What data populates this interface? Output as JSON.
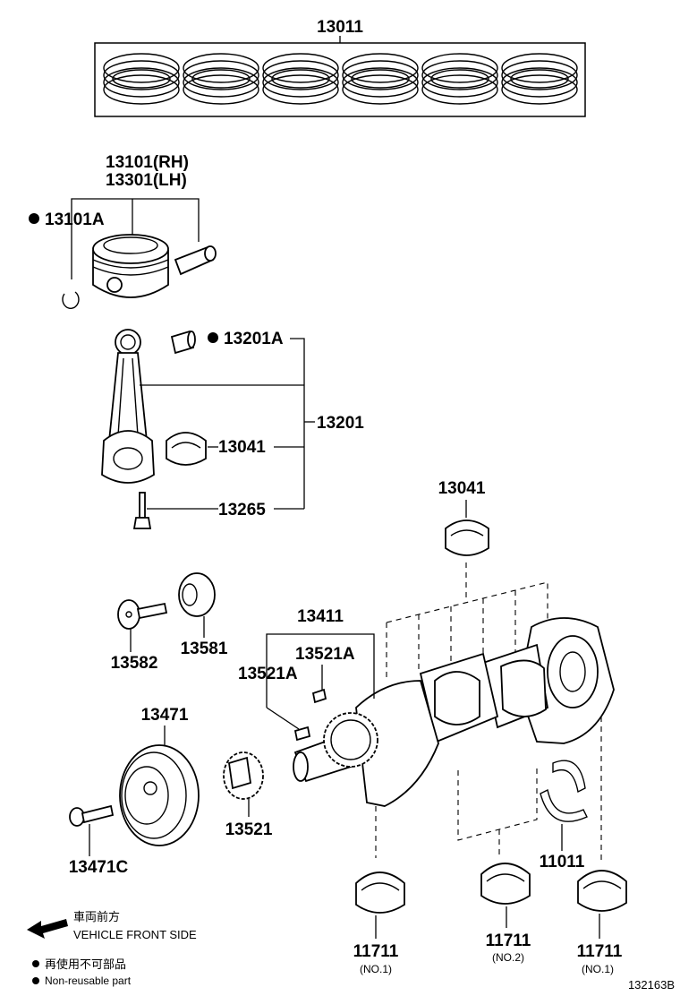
{
  "parts": {
    "piston_ring_set": "13011",
    "piston_rh": "13101(RH)",
    "piston_lh": "13301(LH)",
    "piston_pin_clip": "13101A",
    "conrod_bushing": "13201A",
    "conrod_assy": "13201",
    "conrod_bearing": "13041",
    "conrod_bolt": "13265",
    "crank_bearing_upper": "13041",
    "crank_position_bolt": "13582",
    "crank_position_plate": "13581",
    "crank_key_set": "13411",
    "crank_key_a": "13521A",
    "crank_key_b": "13521A",
    "crank_pulley": "13471",
    "pulley_bolt": "13471C",
    "timing_gear": "13521",
    "thrust_washer": "11011",
    "main_bearing_1": "11711",
    "main_bearing_1_sub": "(NO.1)",
    "main_bearing_2": "11711",
    "main_bearing_2_sub": "(NO.2)",
    "main_bearing_3": "11711",
    "main_bearing_3_sub": "(NO.1)"
  },
  "legend": {
    "front_jp": "車両前方",
    "front_en": "VEHICLE FRONT SIDE",
    "nonreusable_jp": "再使用不可部品",
    "nonreusable_en": "Non-reusable part",
    "diagram_code": "132163B"
  }
}
